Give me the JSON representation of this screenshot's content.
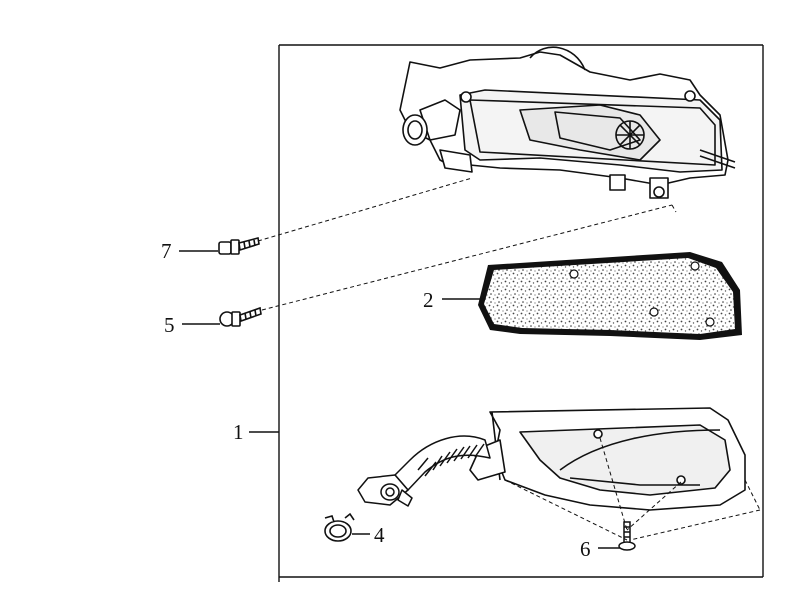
{
  "diagram": {
    "callouts": {
      "c1": "1",
      "c2": "2",
      "c4": "4",
      "c5": "5",
      "c6": "6",
      "c7": "7"
    },
    "colors": {
      "line": "#111111",
      "paper": "#ffffff",
      "foam": "#d9d9d9"
    }
  }
}
